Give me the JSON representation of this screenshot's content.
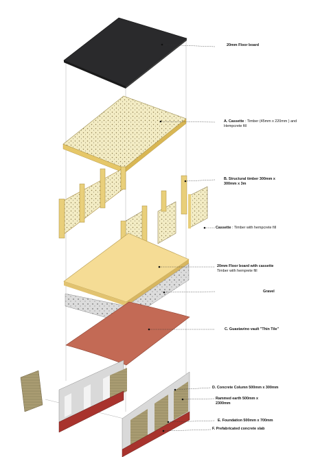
{
  "labels": [
    {
      "id": "floor-board",
      "title": "20mm Floor board",
      "desc": ""
    },
    {
      "id": "cassette-a",
      "title": "A. Cassette",
      "desc": ": Timber (45mm x 220mm ) and Hempcrete fill"
    },
    {
      "id": "structural-timber",
      "title": "B. Structural timber 300mm x 300mm x 3m",
      "desc": ""
    },
    {
      "id": "cassette",
      "title": "Cassette",
      "desc": ": Timber with hempcrete fill"
    },
    {
      "id": "floor-board-cassette",
      "title": "20mm Floor board with cassette",
      "desc": "Timber with hemprete fill"
    },
    {
      "id": "gravel",
      "title": "Gravel",
      "desc": ""
    },
    {
      "id": "guastavino",
      "title": "C. Guastavino vault \"Thin Tile\"",
      "desc": ""
    },
    {
      "id": "concrete-column",
      "title": "D. Concrete Column 500mm x 300mm",
      "desc": ""
    },
    {
      "id": "rammed-earth",
      "title": "Rammed earth 500mm x 2300mm",
      "desc": ""
    },
    {
      "id": "foundation",
      "title": "E. Foundation  500mm x 700mm",
      "desc": ""
    },
    {
      "id": "prefab-slab",
      "title": "F. Prefabricated concrete slab",
      "desc": ""
    }
  ],
  "colors": {
    "floor_dark": "#2a2a2c",
    "hempcrete": "#f3ecc4",
    "timber": "#e9cf7a",
    "floor_wood": "#f5dc95",
    "gravel": "#d8d8d8",
    "tile": "#c36a55",
    "concrete": "#d9d9d9",
    "rammed_earth": "#a79a72",
    "brick": "#a8332d"
  }
}
